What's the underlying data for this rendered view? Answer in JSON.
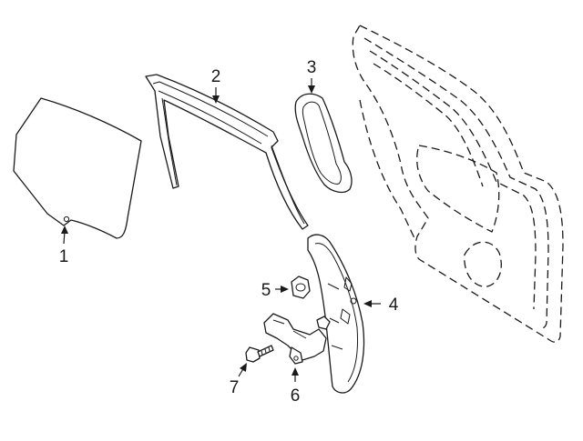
{
  "diagram": {
    "callouts": [
      {
        "id": "1",
        "part": "door-glass"
      },
      {
        "id": "2",
        "part": "glass-run-channel"
      },
      {
        "id": "3",
        "part": "fixed-glass-seal"
      },
      {
        "id": "4",
        "part": "window-regulator"
      },
      {
        "id": "5",
        "part": "nut"
      },
      {
        "id": "6",
        "part": "regulator-motor"
      },
      {
        "id": "7",
        "part": "bolt"
      }
    ]
  }
}
